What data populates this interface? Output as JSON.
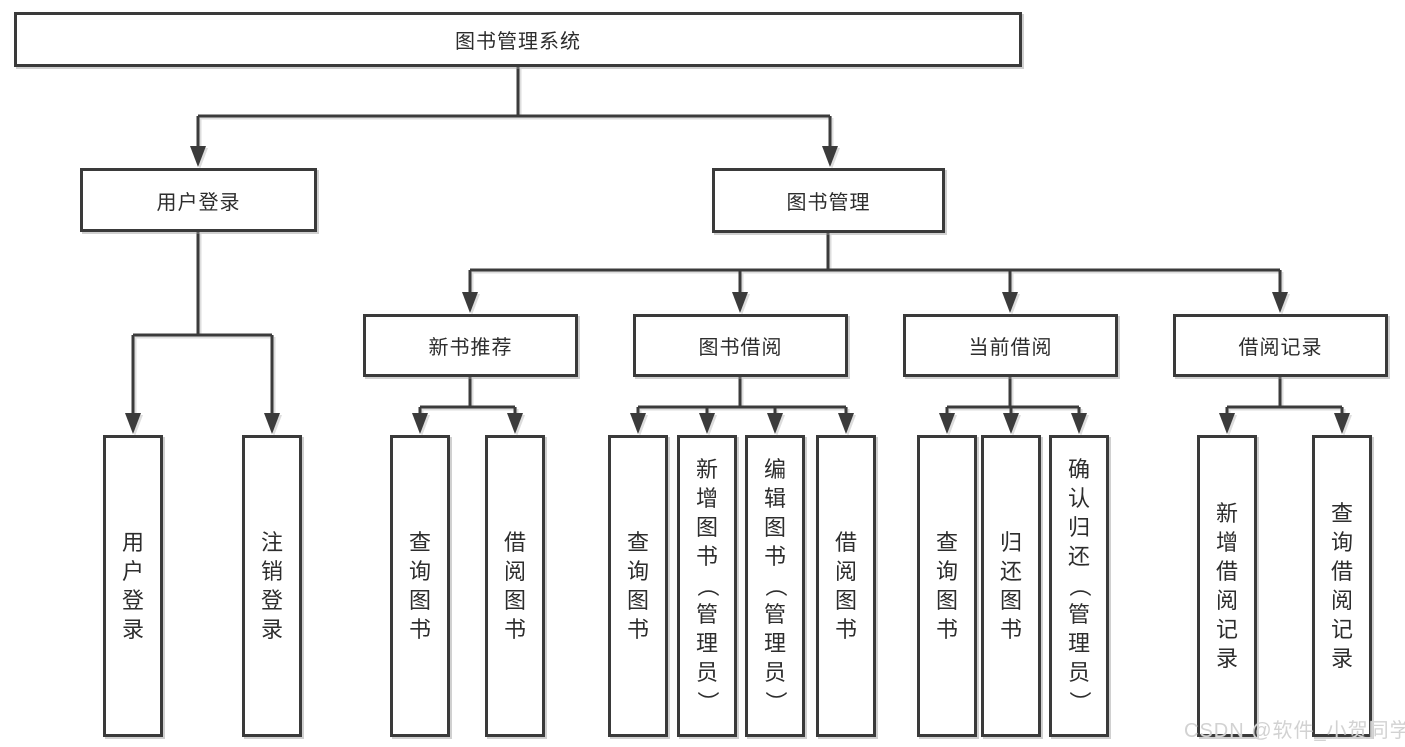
{
  "colors": {
    "line": "#3b3b3b",
    "box_border": "#3a3a3a",
    "box_fill": "#ffffff",
    "text": "#2d2d2d",
    "watermark": "#d2d2d2"
  },
  "watermark": {
    "text": "CSDN @软件_小贺同学"
  },
  "nodes": {
    "root": {
      "label": "图书管理系统"
    },
    "level2": [
      {
        "label": "用户登录"
      },
      {
        "label": "图书管理"
      }
    ],
    "level3": [
      {
        "label": "新书推荐"
      },
      {
        "label": "图书借阅"
      },
      {
        "label": "当前借阅"
      },
      {
        "label": "借阅记录"
      }
    ],
    "leaves": [
      {
        "label": "用户登录",
        "parent": "用户登录"
      },
      {
        "label": "注销登录",
        "parent": "用户登录"
      },
      {
        "label": "查询图书",
        "parent": "新书推荐"
      },
      {
        "label": "借阅图书",
        "parent": "新书推荐"
      },
      {
        "label": "查询图书",
        "parent": "图书借阅"
      },
      {
        "label": "新增图书（管理员）",
        "parent": "图书借阅"
      },
      {
        "label": "编辑图书（管理员）",
        "parent": "图书借阅"
      },
      {
        "label": "借阅图书",
        "parent": "图书借阅"
      },
      {
        "label": "查询图书",
        "parent": "当前借阅"
      },
      {
        "label": "归还图书",
        "parent": "当前借阅"
      },
      {
        "label": "确认归还（管理员）",
        "parent": "当前借阅"
      },
      {
        "label": "新增借阅记录",
        "parent": "借阅记录"
      },
      {
        "label": "查询借阅记录",
        "parent": "借阅记录"
      }
    ]
  }
}
